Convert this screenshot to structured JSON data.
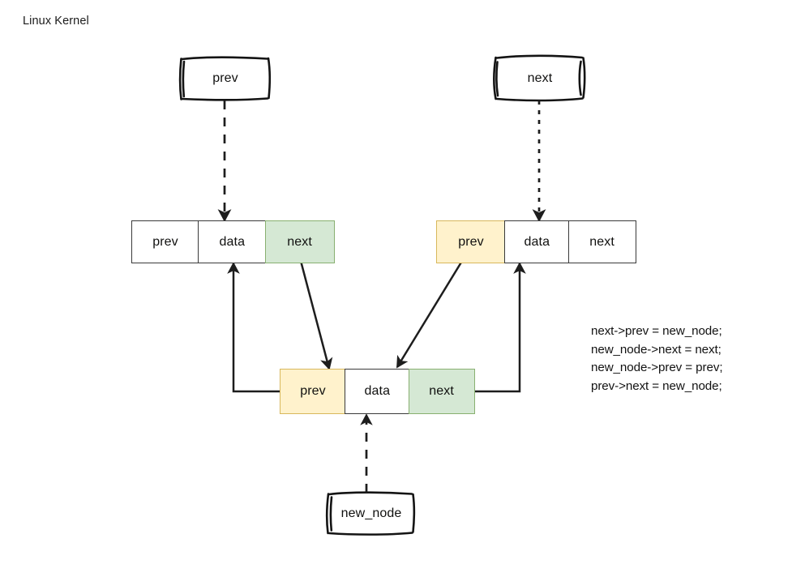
{
  "title": "Linux Kernel",
  "pointer_boxes": [
    {
      "name": "prev-pointer-box",
      "label": "prev"
    },
    {
      "name": "next-pointer-box",
      "label": "next"
    },
    {
      "name": "new-node-pointer-box",
      "label": "new_node"
    }
  ],
  "nodes": [
    {
      "name": "left-node",
      "cells": [
        {
          "label": "prev",
          "fill": "white"
        },
        {
          "label": "data",
          "fill": "white"
        },
        {
          "label": "next",
          "fill": "green"
        }
      ]
    },
    {
      "name": "right-node",
      "cells": [
        {
          "label": "prev",
          "fill": "yellow"
        },
        {
          "label": "data",
          "fill": "white"
        },
        {
          "label": "next",
          "fill": "white"
        }
      ]
    },
    {
      "name": "new-node",
      "cells": [
        {
          "label": "prev",
          "fill": "yellow"
        },
        {
          "label": "data",
          "fill": "white"
        },
        {
          "label": "next",
          "fill": "green"
        }
      ]
    }
  ],
  "code": {
    "lines": [
      "next->prev = new_node;",
      "new_node->next = next;",
      "new_node->prev = prev;",
      "prev->next = new_node;"
    ]
  },
  "colors": {
    "green_fill": "#d5e8d4",
    "green_border": "#88b070",
    "yellow_fill": "#fff2cc",
    "yellow_border": "#d8b85c",
    "stroke": "#3a3a3a",
    "text": "#10100f",
    "background": "#ffffff"
  }
}
